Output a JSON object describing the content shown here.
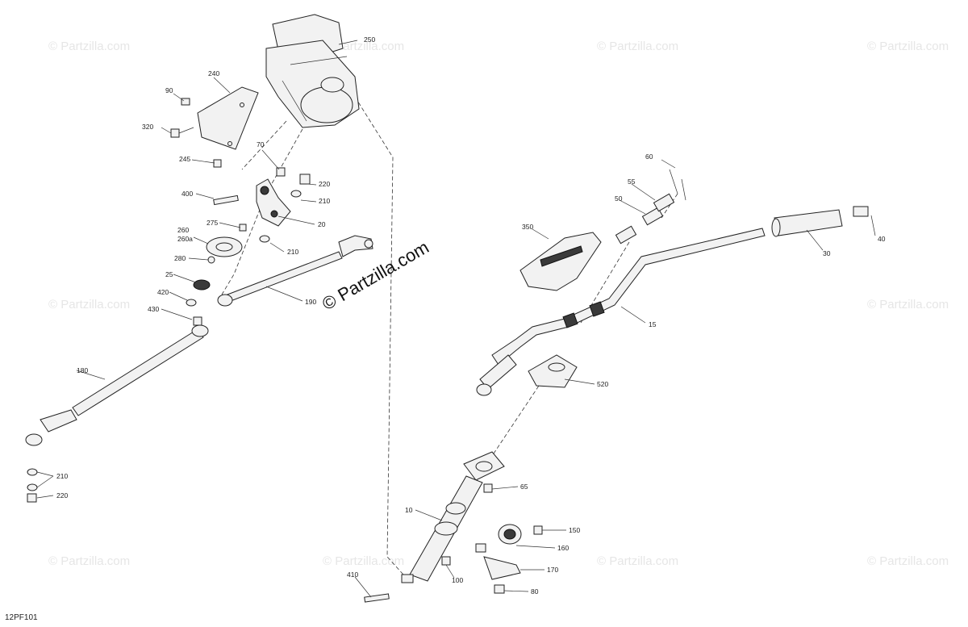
{
  "diagram": {
    "code": "12PF101",
    "brand_watermark": "© Partzilla.com",
    "bg_watermark": "© Partzilla.com",
    "callouts": {
      "c250": "250",
      "c240": "240",
      "c90": "90",
      "c320": "320",
      "c245": "245",
      "c70": "70",
      "c220a": "220",
      "c210a": "210",
      "c400": "400",
      "c20": "20",
      "c275": "275",
      "c260": "260",
      "c260a": "260a",
      "c210b": "210",
      "c280": "280",
      "c25": "25",
      "c420": "420",
      "c430": "430",
      "c190": "190",
      "c180": "180",
      "c210c": "210",
      "c220b": "220",
      "c60": "60",
      "c55": "55",
      "c50": "50",
      "c350": "350",
      "c40": "40",
      "c30": "30",
      "c15": "15",
      "c520": "520",
      "c65": "65",
      "c10": "10",
      "c150": "150",
      "c160": "160",
      "c170": "170",
      "c100": "100",
      "c80": "80",
      "c410": "410"
    }
  }
}
